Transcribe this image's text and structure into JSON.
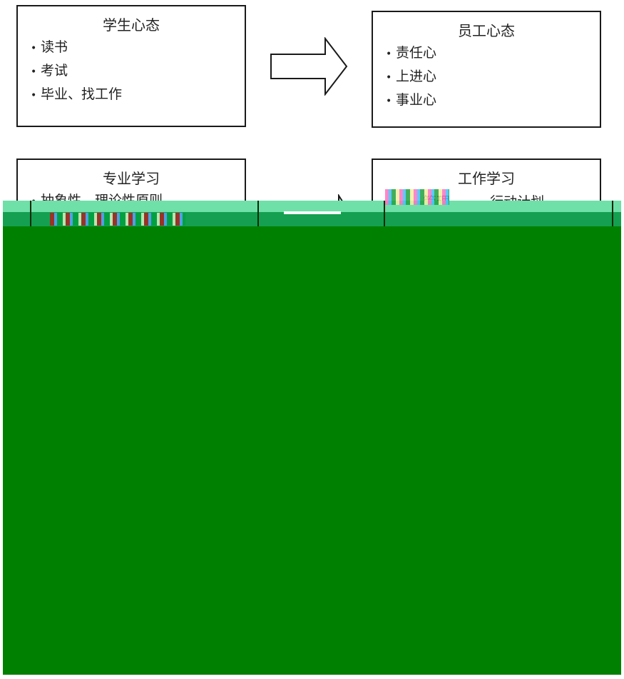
{
  "diagram": {
    "top_left": {
      "title": "学生心态",
      "items": [
        "读书",
        "考试",
        "毕业、找工作"
      ]
    },
    "top_right": {
      "title": "员工心态",
      "items": [
        "责任心",
        "上进心",
        "事业心"
      ]
    },
    "bottom_left": {
      "title": "专业学习",
      "items": [
        "抽象性、理论性原则"
      ]
    },
    "bottom_right": {
      "title": "工作学习",
      "items": [
        "管理",
        "行动计划"
      ]
    },
    "bullet_glyph": "•",
    "colors": {
      "box_border": "#1a1a1a",
      "text": "#222222",
      "overlay_green": "#008000",
      "arrow_fill": "#ffffff"
    }
  }
}
